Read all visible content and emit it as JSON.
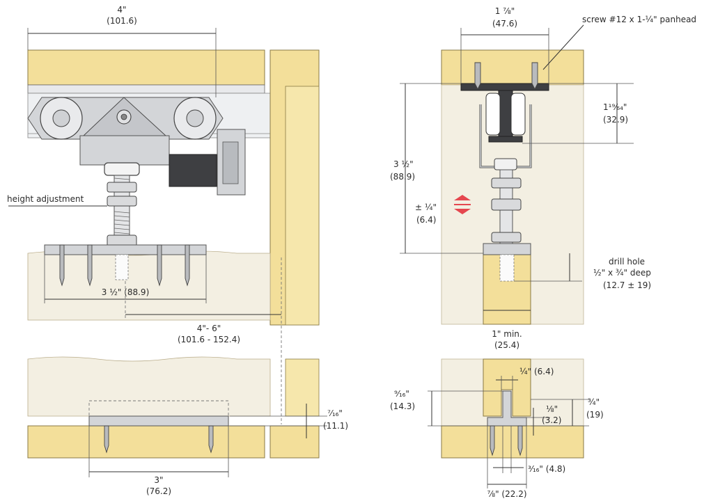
{
  "labels": {
    "top_width_in": "4\"",
    "top_width_mm": "(101.6)",
    "height_adjustment": "height adjustment",
    "plate_width": "3 ½\" (88.9)",
    "offset_in": "4\"- 6\"",
    "offset_mm": "(101.6 - 152.4)",
    "recess_in": "⁷⁄₁₆\"",
    "recess_mm": "(11.1)",
    "guide_width_in": "3\"",
    "guide_width_mm": "(76.2)",
    "track_width_in": "1 ⅞\"",
    "track_width_mm": "(47.6)",
    "screw_spec": "screw #12 x 1-¼\" panhead",
    "track_height_in": "1¹⁹⁄₆₄\"",
    "track_height_mm": "(32.9)",
    "total_height_in": "3 ½\"",
    "total_height_mm": "(88.9)",
    "adjust_range_in": "± ¼\"",
    "adjust_range_mm": "(6.4)",
    "drill_hole_1": "drill hole",
    "drill_hole_2": "½\" x ¾\" deep",
    "drill_hole_3": "(12.7 ± 19)",
    "min_door_in": "1\" min.",
    "min_door_mm": "(25.4)",
    "slot_width": "¼\" (6.4)",
    "guide_height_in": "⁹⁄₁₆\"",
    "guide_height_mm": "(14.3)",
    "flange_in": "⅛\"",
    "flange_mm": "(3.2)",
    "groove_depth_in": "¾\"",
    "groove_depth_mm": "(19)",
    "stem_width": "³⁄₁₆\" (4.8)",
    "base_width": "⅞\" (22.2)"
  },
  "colors": {
    "wood": "#f3df9a",
    "panel": "#f3efe2",
    "metal": "#d3d5d8",
    "dark": "#3e3f42",
    "indicator": "#e5474f"
  }
}
